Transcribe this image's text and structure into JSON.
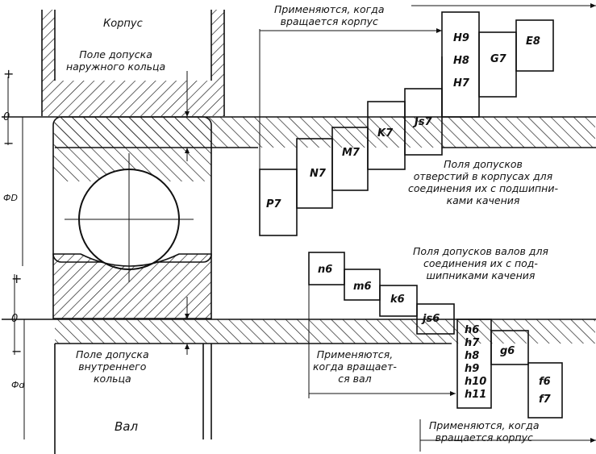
{
  "labels": {
    "housing": "Корпус",
    "shaft": "Вал",
    "outer_ring_tol": "Поле допуска\nнаружного кольца",
    "inner_ring_tol": "Поле допуска\nвнутреннего\nкольца",
    "plus_top": "+",
    "zero_top": "0",
    "minus_top": "−",
    "plus_bottom": "+",
    "zero_bottom": "0",
    "minus_bottom": "−",
    "dia_D": "ФD",
    "dia_d": "Фd"
  },
  "notes": {
    "housing_rotates_top": "Применяются, когда\nвращается корпус",
    "hole_fields": "Поля допусков\nотверстий в корпусах для\nсоединения их с подшипни-\nками качения",
    "shaft_fields": "Поля допусков валов для\nсоединения их с под-\nшипниками качения",
    "shaft_rotates": "Применяются,\nкогда вращает-\nся вал",
    "housing_rotates_bottom": "Применяются, когда\nвращается корпус"
  },
  "hole_fits": [
    "P7",
    "N7",
    "M7",
    "K7",
    "Js7",
    "H9",
    "H8",
    "H7",
    "G7",
    "E8"
  ],
  "shaft_fits": [
    "n6",
    "m6",
    "k6",
    "js6",
    "h6",
    "h7",
    "h8",
    "h9",
    "h10",
    "h11",
    "g6",
    "f6",
    "f7"
  ]
}
